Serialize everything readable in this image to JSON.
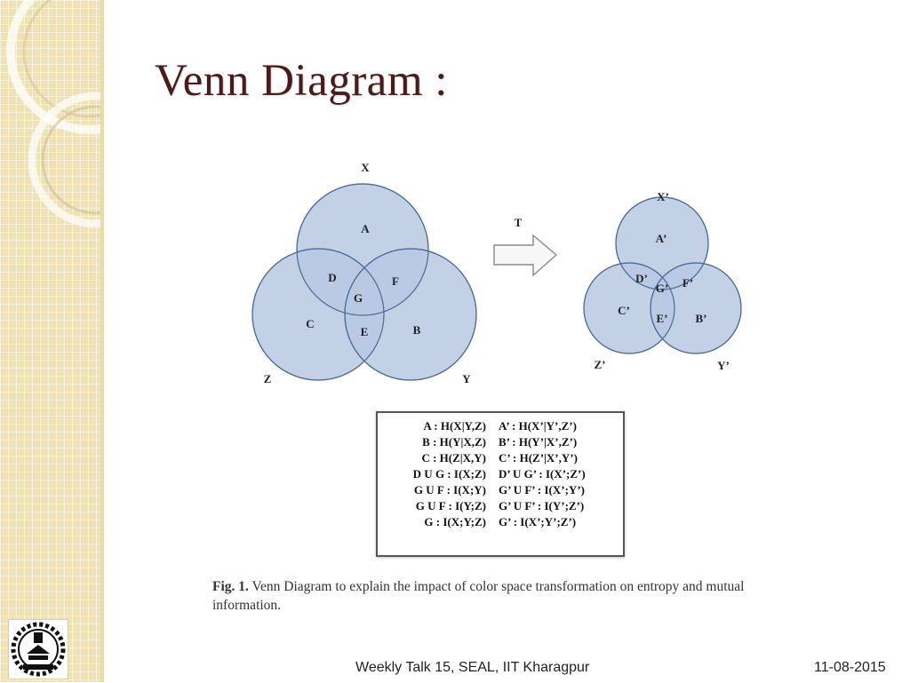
{
  "slide": {
    "title": "Venn Diagram :",
    "footer_center": "Weekly Talk 15, SEAL, IIT Kharagpur",
    "footer_date": "11-08-2015"
  },
  "diagram_left": {
    "circle_labels": {
      "top": "X",
      "right": "Y",
      "left": "Z"
    },
    "region_labels": {
      "a": "A",
      "b": "B",
      "c": "C",
      "d": "D",
      "e": "E",
      "f": "F",
      "g": "G"
    }
  },
  "transform": {
    "label": "T"
  },
  "diagram_right": {
    "circle_labels": {
      "top": "X’",
      "right": "Y’",
      "left": "Z’"
    },
    "region_labels": {
      "a": "A’",
      "b": "B’",
      "c": "C’",
      "d": "D’",
      "e": "E’",
      "f": "F’",
      "g": "G’"
    }
  },
  "legend": {
    "rows": [
      {
        "left": "A : H(X|Y,Z)",
        "right": "A’ : H(X’|Y’,Z’)"
      },
      {
        "left": "B : H(Y|X,Z)",
        "right": "B’ : H(Y’|X’,Z’)"
      },
      {
        "left": "C : H(Z|X,Y)",
        "right": "C’ : H(Z’|X’,Y’)"
      },
      {
        "left": "D U G : I(X;Z)",
        "right": "D’ U G’ : I(X’;Z’)"
      },
      {
        "left": "G U F : I(X;Y)",
        "right": "G’ U F’ : I(X’;Y’)"
      },
      {
        "left": "G U F : I(Y;Z)",
        "right": "G’ U F’ : I(Y’;Z’)"
      },
      {
        "left": "G : I(X;Y;Z)",
        "right": "G’ : I(X’;Y’;Z’)"
      }
    ]
  },
  "caption": {
    "fig_label": "Fig. 1.",
    "text": "Venn Diagram to explain the impact of color space transformation on entropy and mutual information."
  },
  "colors": {
    "circle_fill": "#b9c9e3",
    "circle_stroke": "#4b6e96",
    "title": "#4a1b1b",
    "sidebar": "#efe2b4"
  },
  "icons": [
    "iit-kharagpur-logo-icon",
    "right-arrow-icon"
  ]
}
